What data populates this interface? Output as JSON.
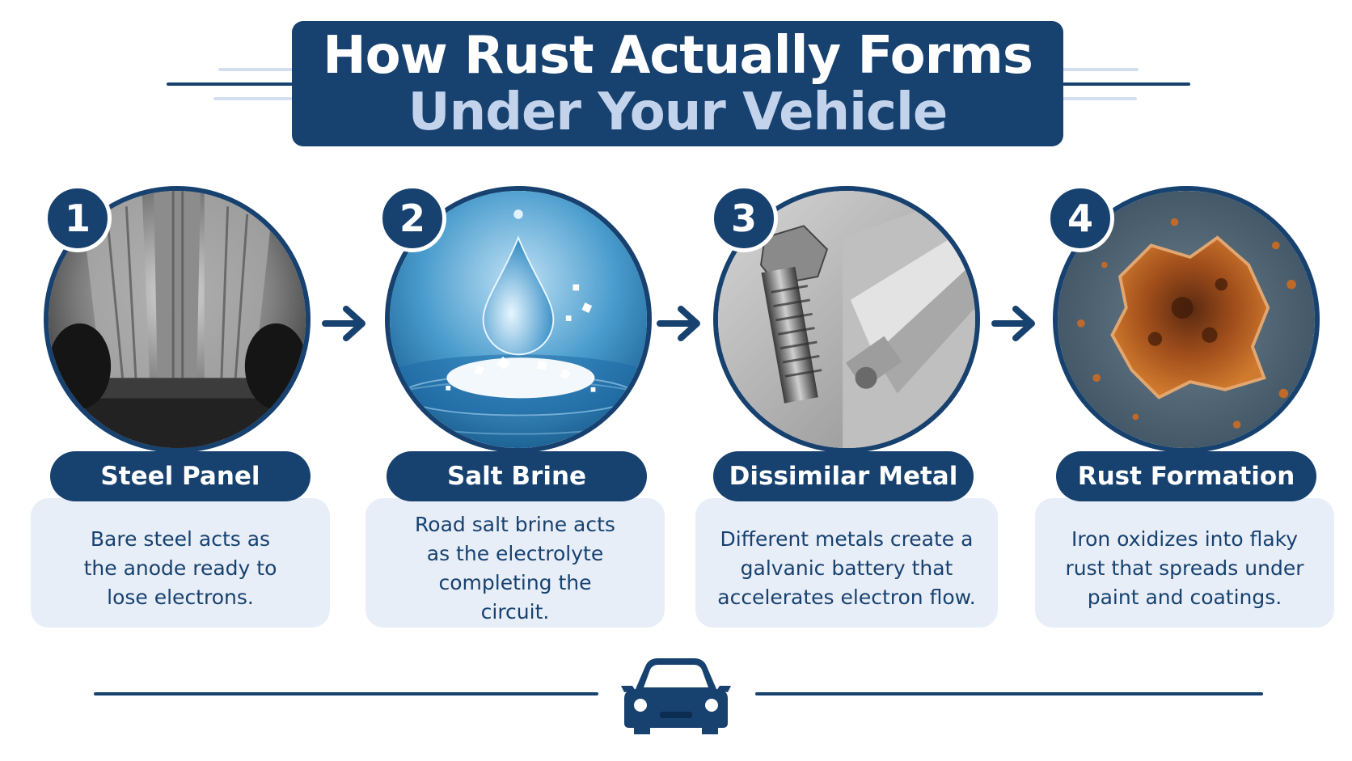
{
  "header": {
    "title_line1": "How Rust Actually Forms",
    "title_line2": "Under Your Vehicle"
  },
  "colors": {
    "navy": "#17416f",
    "title_accent": "#c3d3ec",
    "card_bg": "#e8eef8"
  },
  "steps": [
    {
      "number": "1",
      "label": "Steel Panel",
      "description": "Bare steel acts as the anode ready to lose electrons.",
      "image": "vehicle-undercarriage-photo"
    },
    {
      "number": "2",
      "label": "Salt Brine",
      "description": "Road salt brine acts as the electrolyte completing the circuit.",
      "image": "water-drop-and-salt-photo"
    },
    {
      "number": "3",
      "label": "Dissimilar Metal",
      "description": "Different metals create a galvanic battery that accelerates electron flow.",
      "image": "steel-bolt-and-aluminum-photo"
    },
    {
      "number": "4",
      "label": "Rust Formation",
      "description": "Iron oxidizes into flaky rust that spreads under paint and coatings.",
      "image": "rusted-metal-surface-photo"
    }
  ],
  "icons": {
    "arrow": "arrow-right-icon",
    "footer": "car-icon"
  }
}
